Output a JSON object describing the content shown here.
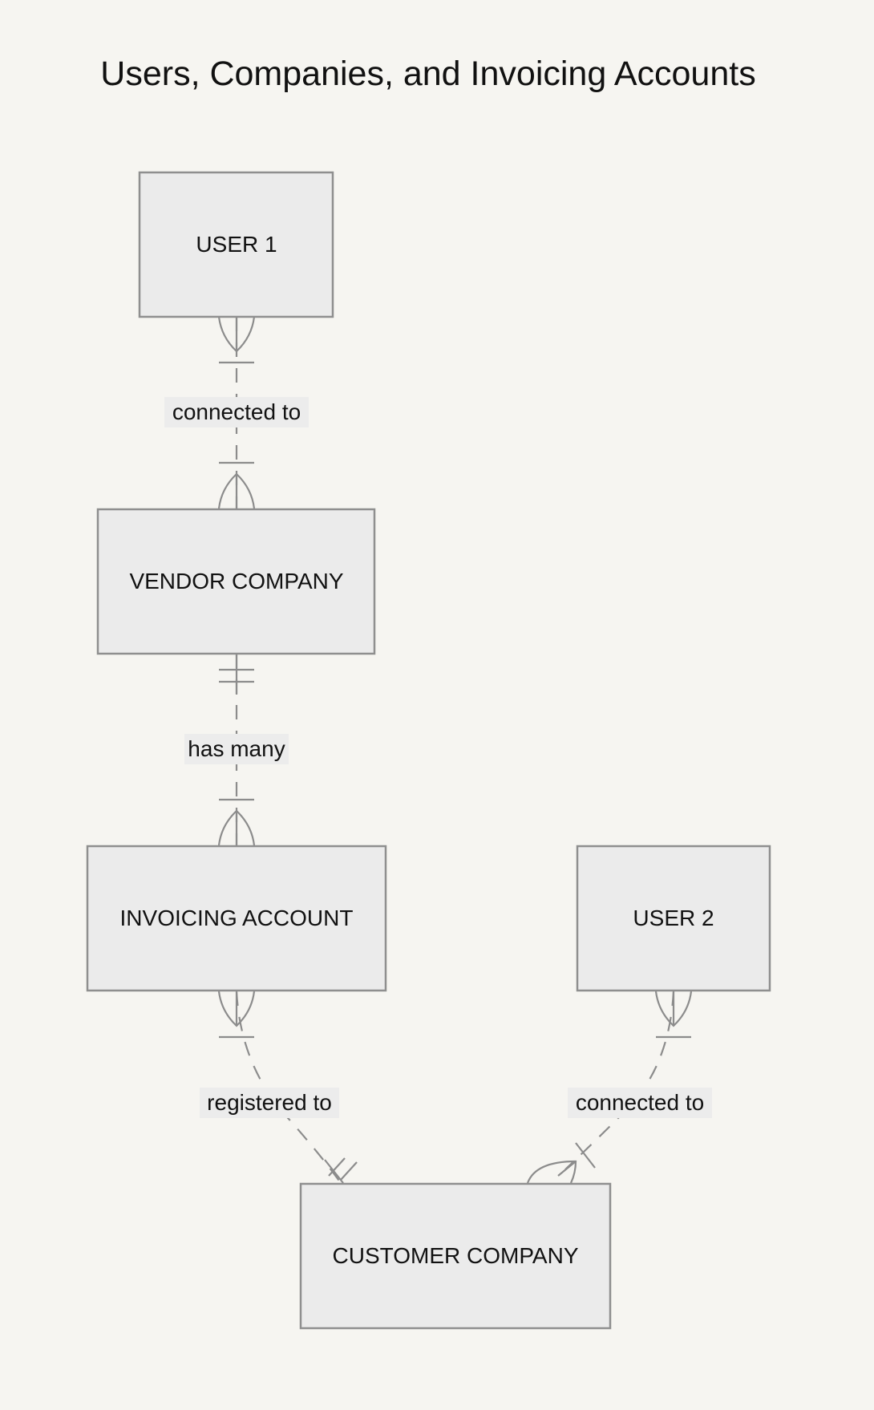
{
  "title": "Users, Companies, and Invoicing Accounts",
  "entities": {
    "user1": "USER 1",
    "vendor": "VENDOR COMPANY",
    "invoicing": "INVOICING ACCOUNT",
    "user2": "USER 2",
    "customer": "CUSTOMER COMPANY"
  },
  "relationships": [
    {
      "from": "USER 1",
      "to": "VENDOR COMPANY",
      "label": "connected to",
      "from_card": "one-or-many",
      "to_card": "one-or-many"
    },
    {
      "from": "VENDOR COMPANY",
      "to": "INVOICING ACCOUNT",
      "label": "has many",
      "from_card": "exactly-one",
      "to_card": "one-or-many"
    },
    {
      "from": "INVOICING ACCOUNT",
      "to": "CUSTOMER COMPANY",
      "label": "registered to",
      "from_card": "one-or-many",
      "to_card": "exactly-one"
    },
    {
      "from": "USER 2",
      "to": "CUSTOMER COMPANY",
      "label": "connected to",
      "from_card": "one-or-many",
      "to_card": "one-or-many"
    }
  ],
  "colors": {
    "background": "#f6f5f1",
    "entity_fill": "#ebebeb",
    "stroke": "#8f8f8f",
    "text": "#111111"
  }
}
